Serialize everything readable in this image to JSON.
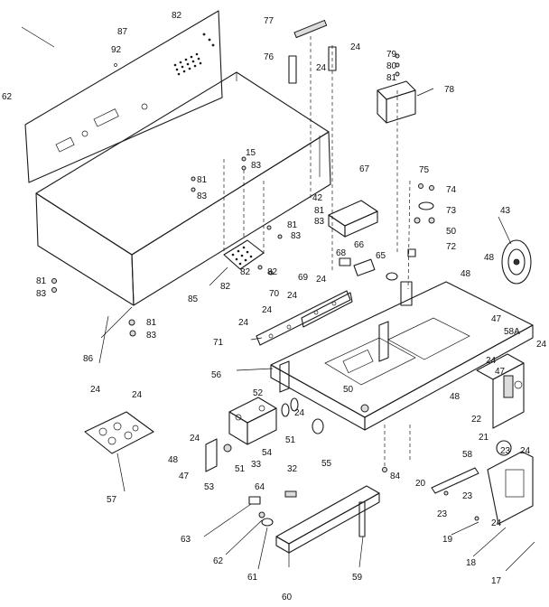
{
  "labels": {
    "l82a": "82",
    "l87": "87",
    "l77": "77",
    "l24a": "24",
    "l92": "92",
    "l76": "76",
    "l24b": "24",
    "l79": "79",
    "l80": "80",
    "l81a": "81",
    "l78": "78",
    "l62": "62",
    "l15": "15",
    "l83a": "83",
    "l81b": "81",
    "l83b": "83",
    "l67": "67",
    "l75": "75",
    "l74": "74",
    "l73": "73",
    "l42": "42",
    "l81c": "81",
    "l83c": "83",
    "l81d": "81",
    "l83d": "83",
    "l50a": "50",
    "l72": "72",
    "l43": "43",
    "l66": "66",
    "l65": "65",
    "l68": "68",
    "l82b": "82",
    "l82c": "82",
    "l85": "85",
    "l82d": "82",
    "l69": "69",
    "l24c": "24",
    "l48a": "48",
    "l48b": "48",
    "l81e": "81",
    "l83e": "83",
    "l70": "70",
    "l24d": "24",
    "l24e": "24",
    "l47a": "47",
    "l24f": "24",
    "l58A": "58A",
    "l71": "71",
    "l24g": "24",
    "l86": "86",
    "l81f": "81",
    "l83f": "83",
    "l56": "56",
    "l24h": "24",
    "l47b": "47",
    "l24i": "24",
    "l52": "52",
    "l50b": "50",
    "l24j": "24",
    "l48c": "48",
    "l51a": "51",
    "l22": "22",
    "l21": "21",
    "l24k": "24",
    "l24l": "24",
    "l54": "54",
    "l55": "55",
    "l58": "58",
    "l23a": "23",
    "l24m": "24",
    "l51b": "51",
    "l48d": "48",
    "l33": "33",
    "l32": "32",
    "l84": "84",
    "l20": "20",
    "l47c": "47",
    "l53": "53",
    "l57": "57",
    "l64": "64",
    "l23b": "23",
    "l23c": "23",
    "l24n": "24",
    "l63": "63",
    "l19": "19",
    "l62b": "62",
    "l61": "61",
    "l59": "59",
    "l18": "18",
    "l60": "60",
    "l17": "17"
  }
}
